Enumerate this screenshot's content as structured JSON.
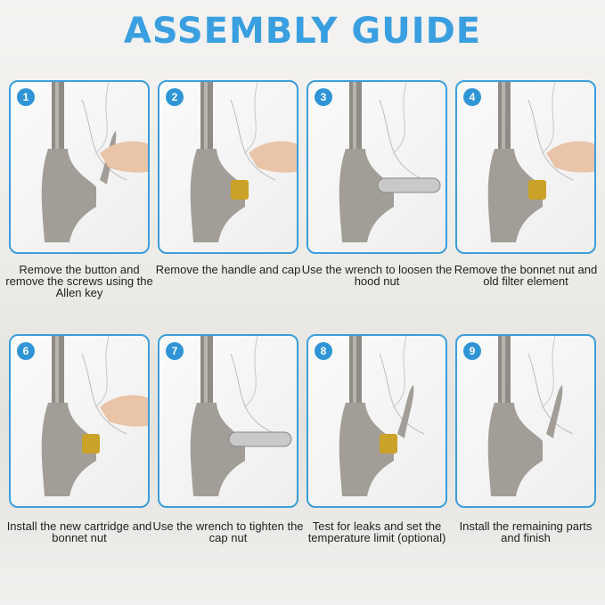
{
  "title": "ASSEMBLY GUIDE",
  "steps": [
    {
      "number": "1",
      "caption": "Remove the button and remove the screws using the Allen key"
    },
    {
      "number": "2",
      "caption": "Remove the handle and cap"
    },
    {
      "number": "3",
      "caption": "Use the wrench to loosen the hood nut"
    },
    {
      "number": "4",
      "caption": "Remove the bonnet nut and old filter element"
    },
    {
      "number": "6",
      "caption": "Install the new cartridge and bonnet nut"
    },
    {
      "number": "7",
      "caption": "Use the wrench to tighten the cap nut"
    },
    {
      "number": "8",
      "caption": "Test for leaks and set the temperature limit (optional)"
    },
    {
      "number": "9",
      "caption": "Install the remaining parts and finish"
    }
  ],
  "colors": {
    "accent": "#3a9fe0",
    "badge": "#2f95d6",
    "brass": "#c9a227",
    "steel": "#9a968f"
  }
}
